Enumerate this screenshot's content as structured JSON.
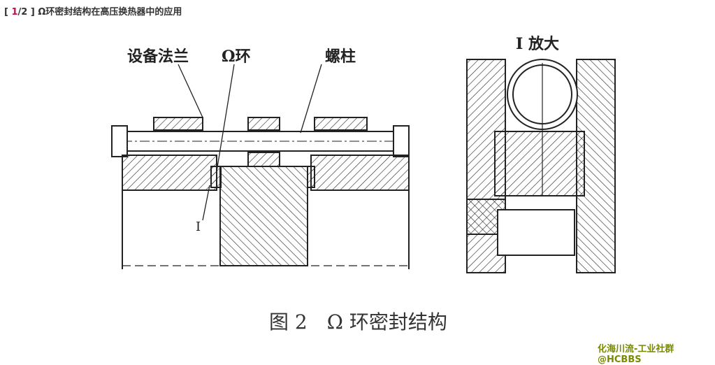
{
  "header": {
    "open": "[ ",
    "current": "1",
    "sep_total": "/2 ]",
    "title": "Ω环密封结构在高压换热器中的应用"
  },
  "diagram": {
    "label_flange": "设备法兰",
    "label_omega_ring": "Ω环",
    "label_stud": "螺柱",
    "label_detail_marker": "I",
    "label_detail_view": "I 放大",
    "caption": "图 2　Ω 环密封结构"
  },
  "watermark": "化海川流-工业社群@HCBBS"
}
